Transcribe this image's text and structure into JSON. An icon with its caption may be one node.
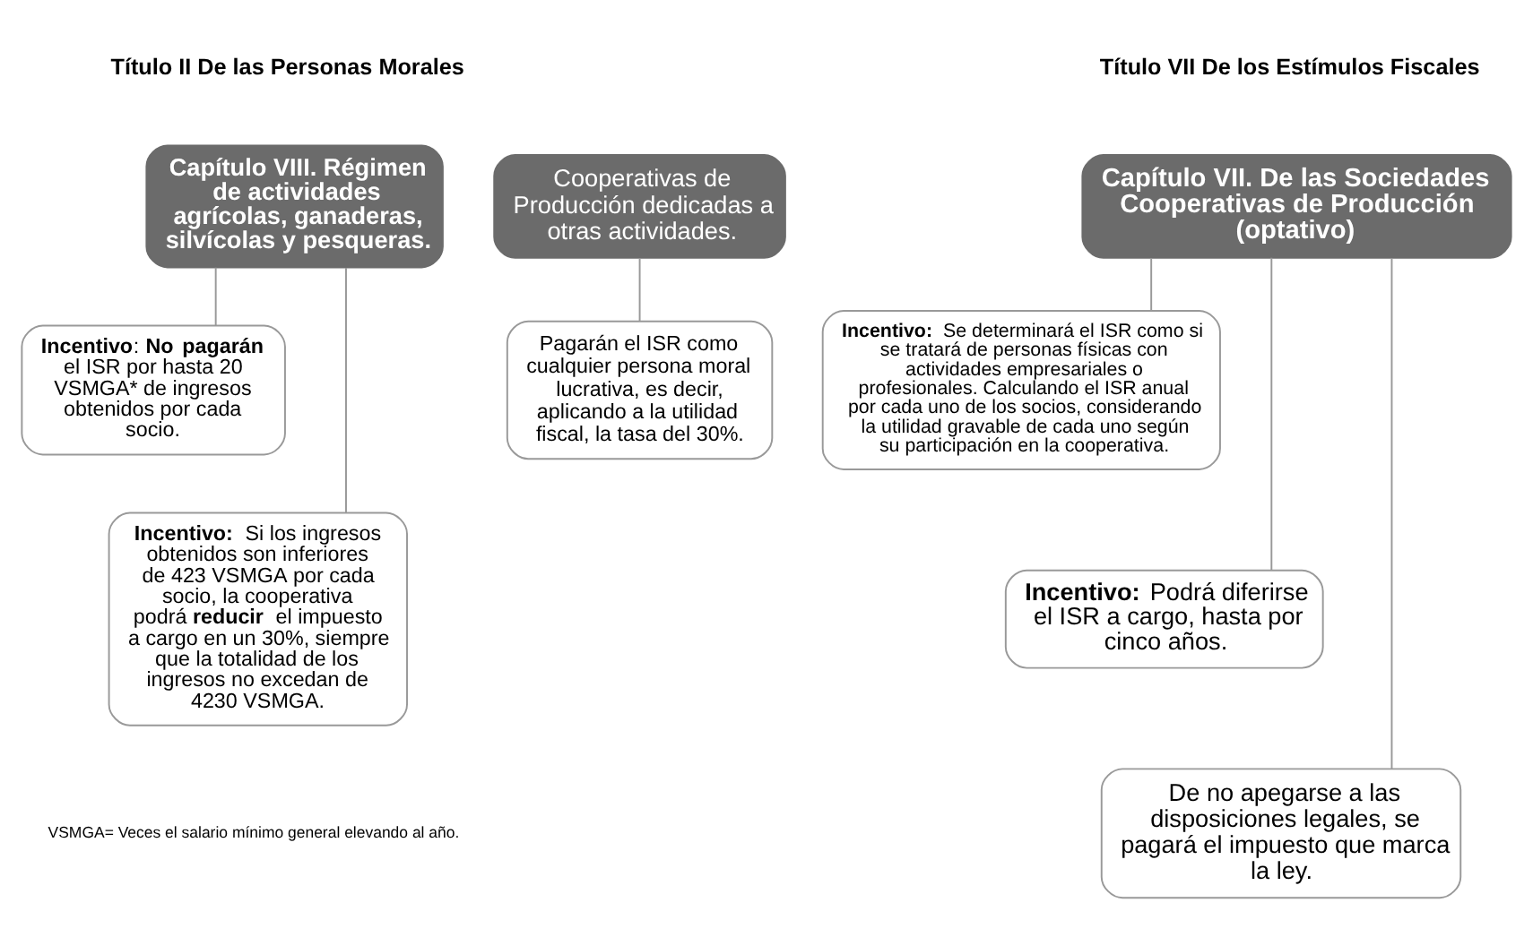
{
  "diagram": {
    "nodes": [
      {
        "text": [
          "Capítulo VIII. Régimen de actividades agrícolas, ganaderas, silvícolas y pesqueras."
        ]
      },
      {
        "text": [
          "**Incentivo**: **No pagarán** el ISR por hasta 20 VSMGA* de ingresos obtenidos por cada socio."
        ]
      },
      {
        "text": [
          "**Incentivo:** Si los ingresos obtenidos son inferiores de 423 VSMGA por cada socio, la cooperativa podrá **reducir** el impuesto a cargo en un 30%, siempre que la totalidad de los ingresos no excedan de 4230 VSMGA."
        ]
      },
      {
        "text": [
          "Cooperativas de Producción dedicadas a otras actividades."
        ]
      },
      {
        "text": [
          "Pagarán el ISR como cualquier persona moral lucrativa, es decir, aplicando a la utilidad fiscal, la tasa del 30%."
        ]
      },
      {
        "text": [
          "Capítulo VII. De las Sociedades Cooperativas de Producción (optativo)"
        ]
      },
      {
        "text": [
          "**Incentivo:** Se determinará el ISR como si se tratará de personas físicas con actividades empresariales o profesionales. Calculando el ISR anual por cada uno de los socios, considerando la utilidad gravable de cada uno según su participación en la cooperativa."
        ]
      },
      {
        "text": [
          "**Incentivo:** Podrá diferirse el ISR a cargo, hasta por cinco años."
        ]
      },
      {
        "text": [
          "De no apegarse a las disposiciones legales, se pagará el impuesto que marca la ley."
        ]
      }
    ],
    "edges": [
      {
        "from": 0,
        "to": 1,
        "arrow": "none"
      },
      {
        "from": 0,
        "to": 2,
        "arrow": "none"
      },
      {
        "from": 3,
        "to": 4,
        "arrow": "none"
      },
      {
        "from": 5,
        "to": 6,
        "arrow": "none"
      },
      {
        "from": 5,
        "to": 7,
        "arrow": "none"
      },
      {
        "from": 5,
        "to": 8,
        "arrow": "none"
      }
    ],
    "labels": [
      "Título II De las Personas Morales",
      "Título VII De los Estímulos Fiscales",
      "VSMGA= Veces el salario mínimo general elevando al año."
    ]
  }
}
